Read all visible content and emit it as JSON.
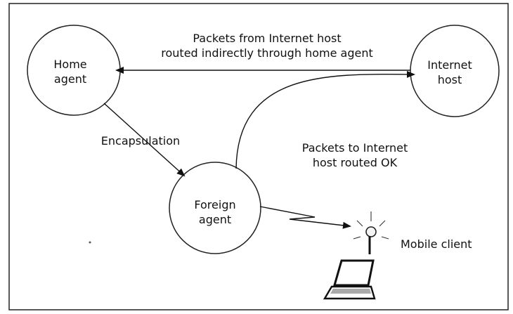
{
  "diagram": {
    "nodes": {
      "home_agent": {
        "line1": "Home",
        "line2": "agent"
      },
      "internet_host": {
        "line1": "Internet",
        "line2": "host"
      },
      "foreign_agent": {
        "line1": "Foreign",
        "line2": "agent"
      },
      "mobile_client": {
        "label": "Mobile client"
      }
    },
    "edges": {
      "indirect_routing": {
        "line1": "Packets from Internet host",
        "line2": "routed indirectly through home agent"
      },
      "encapsulation": {
        "label": "Encapsulation"
      },
      "direct_routing": {
        "line1": "Packets to Internet",
        "line2": "host routed OK"
      }
    }
  }
}
